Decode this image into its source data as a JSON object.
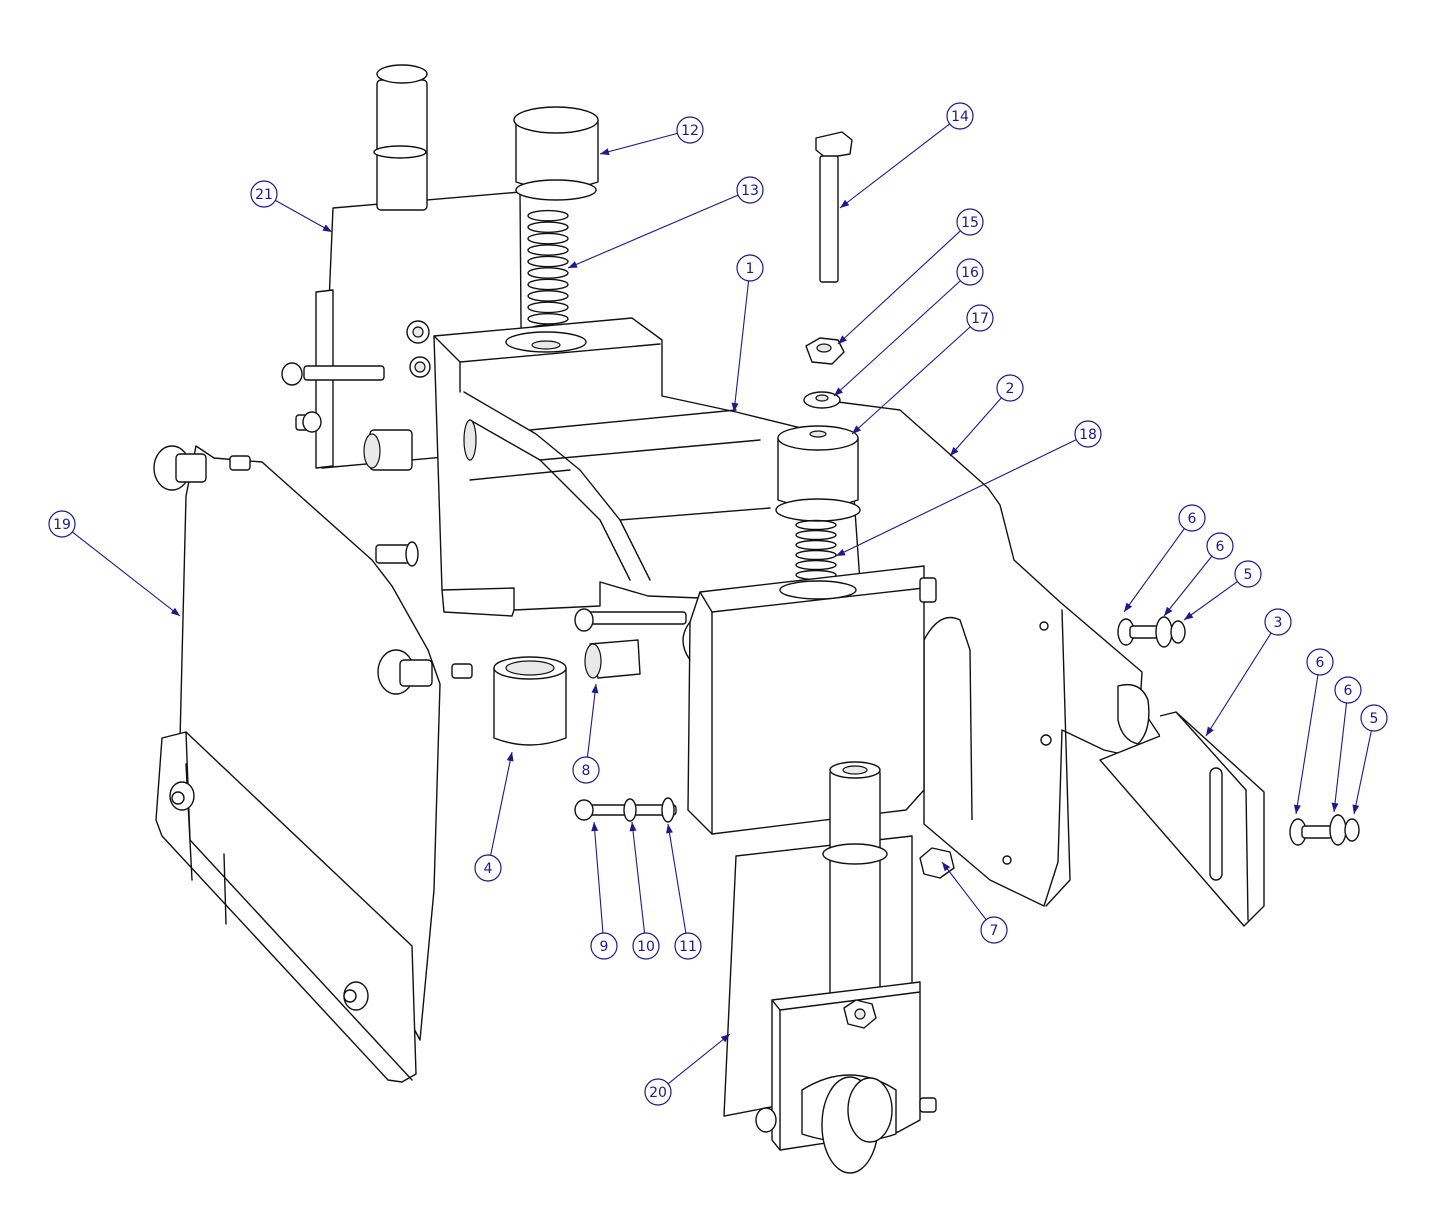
{
  "diagram": {
    "type": "exploded-assembly-drawing",
    "colors": {
      "line": "#111111",
      "callout": "#1a1a8c",
      "background": "#ffffff"
    },
    "callouts": [
      {
        "id": "c1",
        "label": "1"
      },
      {
        "id": "c2",
        "label": "2"
      },
      {
        "id": "c3",
        "label": "3"
      },
      {
        "id": "c4",
        "label": "4"
      },
      {
        "id": "c5a",
        "label": "5"
      },
      {
        "id": "c5b",
        "label": "5"
      },
      {
        "id": "c6a",
        "label": "6"
      },
      {
        "id": "c6b",
        "label": "6"
      },
      {
        "id": "c6c",
        "label": "6"
      },
      {
        "id": "c6d",
        "label": "6"
      },
      {
        "id": "c7",
        "label": "7"
      },
      {
        "id": "c8",
        "label": "8"
      },
      {
        "id": "c9",
        "label": "9"
      },
      {
        "id": "c10",
        "label": "10"
      },
      {
        "id": "c11",
        "label": "11"
      },
      {
        "id": "c12",
        "label": "12"
      },
      {
        "id": "c13",
        "label": "13"
      },
      {
        "id": "c14",
        "label": "14"
      },
      {
        "id": "c15",
        "label": "15"
      },
      {
        "id": "c16",
        "label": "16"
      },
      {
        "id": "c17",
        "label": "17"
      },
      {
        "id": "c18",
        "label": "18"
      },
      {
        "id": "c19",
        "label": "19"
      },
      {
        "id": "c20",
        "label": "20"
      },
      {
        "id": "c21",
        "label": "21"
      }
    ]
  }
}
